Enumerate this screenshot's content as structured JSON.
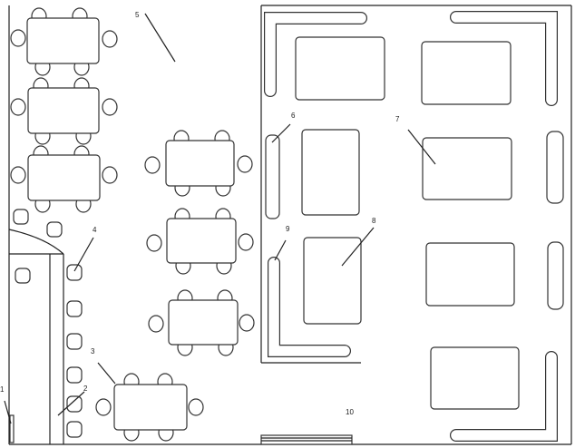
{
  "title": "Floor plan",
  "labels": {
    "l1": "1",
    "l2": "2",
    "l3": "3",
    "l4": "4",
    "l5": "5",
    "l6": "6",
    "l7": "7",
    "l8": "8",
    "l9": "9",
    "l10": "10"
  }
}
